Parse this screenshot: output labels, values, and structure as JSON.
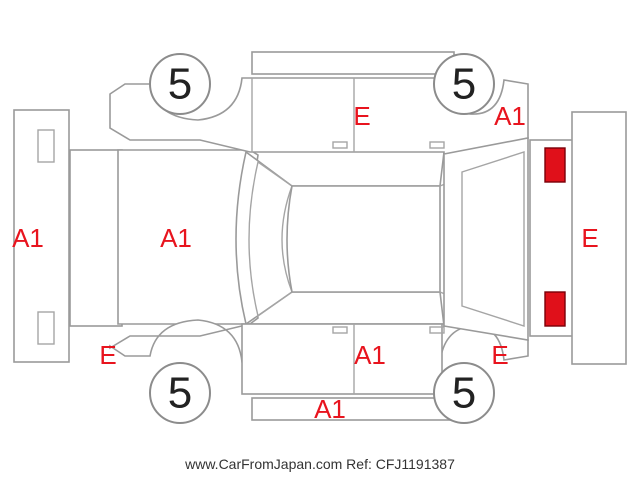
{
  "colors": {
    "damage_text": "#e8141e",
    "light_front": "#f2f200",
    "light_rear": "#e0101a",
    "outline": "#9a9a9a"
  },
  "tires": {
    "front_left": "5",
    "front_right": "5",
    "rear_left": "5",
    "rear_right": "5"
  },
  "damage_codes": {
    "front_bumper": "A1",
    "hood": "A1",
    "rear_door_right": "E",
    "rear_fender_right": "A1",
    "rear_bumper": "E",
    "front_fender_left": "E",
    "rear_door_left": "A1",
    "rear_fender_left": "E",
    "rocker_left": "A1"
  },
  "footer": {
    "site": "www.CarFromJapan.com",
    "ref": "Ref: CFJ1191387"
  }
}
